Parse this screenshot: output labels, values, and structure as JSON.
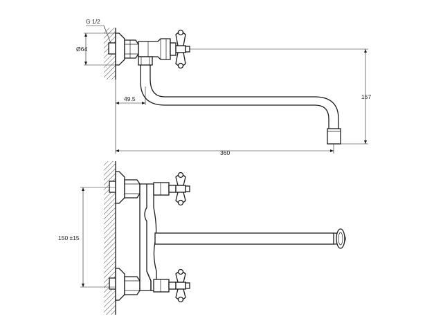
{
  "drawing": {
    "dimensions": {
      "thread": "G 1/2",
      "flange_diameter": "Ø64",
      "offset": "49.5",
      "height": "157",
      "reach": "360",
      "center_distance": "150 ±15"
    }
  }
}
